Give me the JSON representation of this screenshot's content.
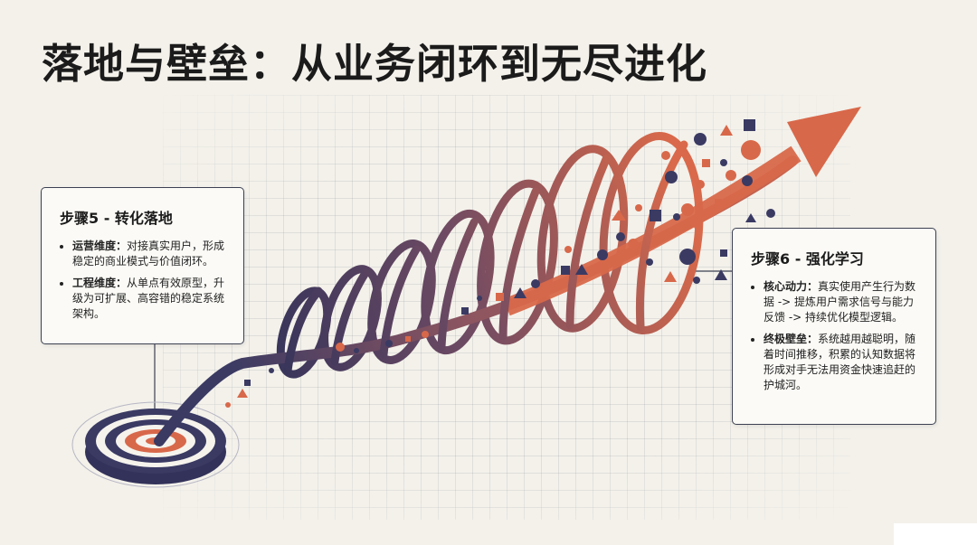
{
  "title": "落地与壁垒：从业务闭环到无尽进化",
  "cards": {
    "step5": {
      "title": "步骤5 - 转化落地",
      "items": [
        {
          "label": "运营维度：",
          "text": "对接真实用户，形成稳定的商业模式与价值闭环。"
        },
        {
          "label": "工程维度：",
          "text": "从单点有效原型，升级为可扩展、高容错的稳定系统架构。"
        }
      ]
    },
    "step6": {
      "title": "步骤6 - 强化学习",
      "items": [
        {
          "label": "核心动力：",
          "text": "真实使用产生行为数据 -> 提炼用户需求信号与能力反馈 -> 持续优化模型逻辑。"
        },
        {
          "label": "终极壁垒：",
          "text": "系统越用越聪明，随着时间推移，积累的认知数据将形成对手无法用资金快速追赶的护城河。"
        }
      ]
    }
  },
  "colors": {
    "navy": "#3a3a63",
    "orange": "#d8684a",
    "title": "#1c1b1b",
    "card_border": "#3c4052"
  },
  "icons": [
    "target-icon",
    "spiral-arrow-icon",
    "data-particles"
  ]
}
